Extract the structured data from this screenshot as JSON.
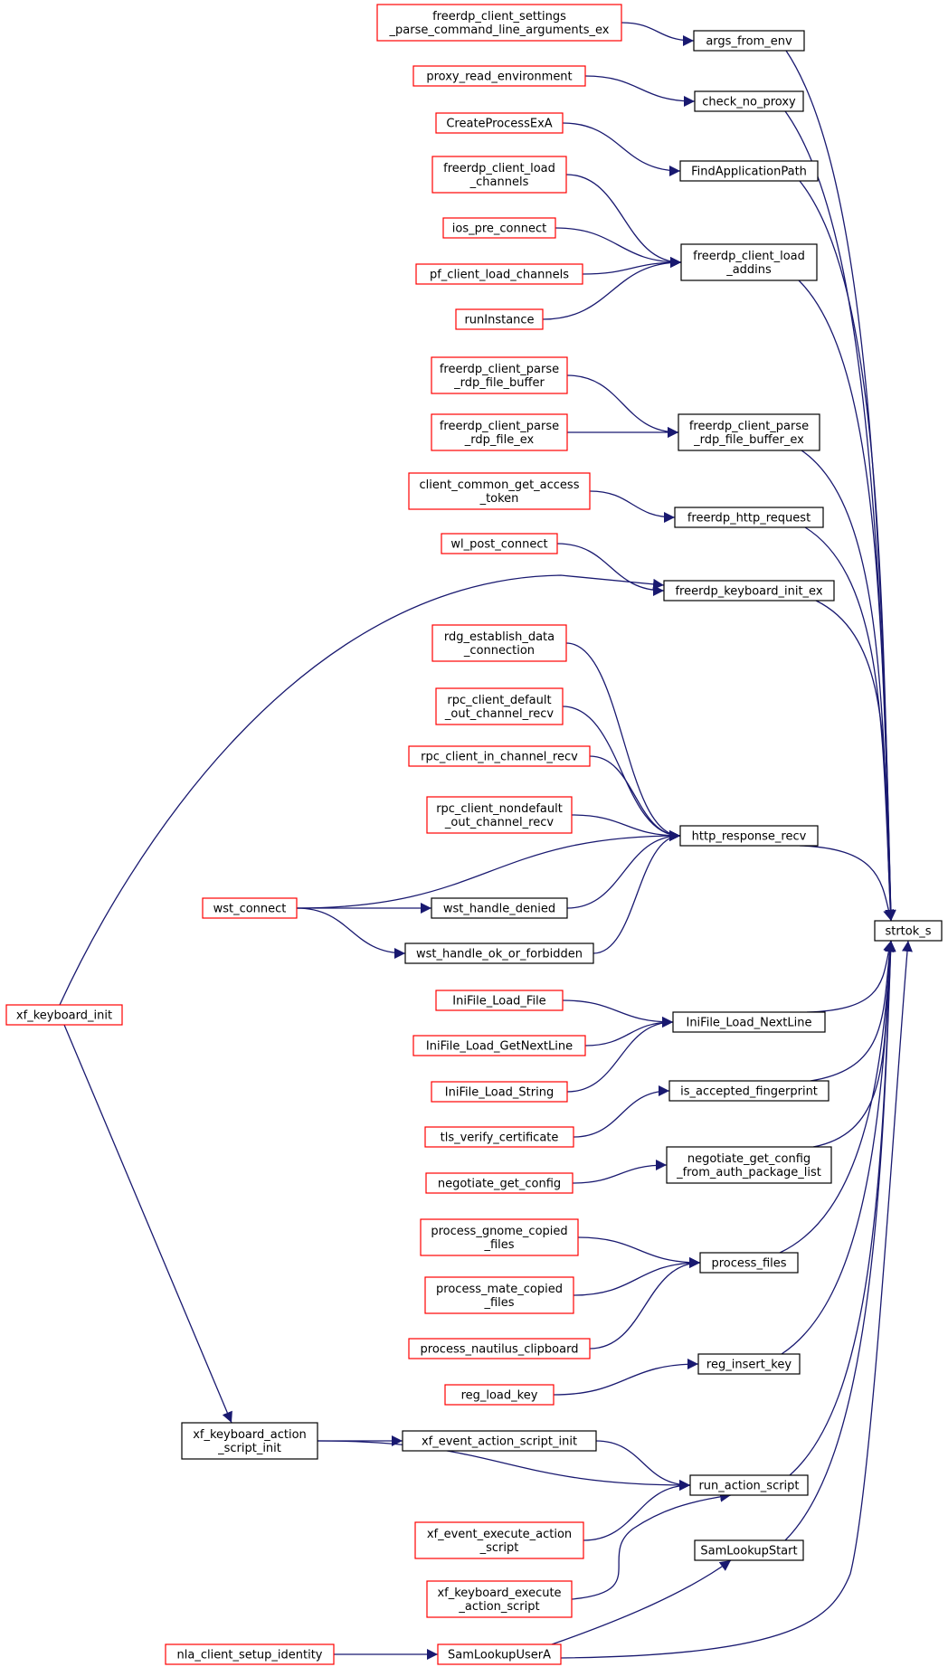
{
  "colors": {
    "edge": "#191970",
    "caller_border": "#ff0000",
    "node_border": "#000000",
    "target_fill": "#bfbfbf"
  },
  "nodes": {
    "strtok_s": {
      "lines": [
        "strtok_s"
      ],
      "kind": "target"
    },
    "args_from_env": {
      "lines": [
        "args_from_env"
      ],
      "kind": "node"
    },
    "check_no_proxy": {
      "lines": [
        "check_no_proxy"
      ],
      "kind": "node"
    },
    "FindApplicationPath": {
      "lines": [
        "FindApplicationPath"
      ],
      "kind": "node"
    },
    "freerdp_client_load_addins": {
      "lines": [
        "freerdp_client_load",
        "_addins"
      ],
      "kind": "node"
    },
    "freerdp_client_parse_rdp_file_buffer_ex": {
      "lines": [
        "freerdp_client_parse",
        "_rdp_file_buffer_ex"
      ],
      "kind": "node"
    },
    "freerdp_http_request": {
      "lines": [
        "freerdp_http_request"
      ],
      "kind": "node"
    },
    "freerdp_keyboard_init_ex": {
      "lines": [
        "freerdp_keyboard_init_ex"
      ],
      "kind": "node"
    },
    "http_response_recv": {
      "lines": [
        "http_response_recv"
      ],
      "kind": "node"
    },
    "wst_handle_denied": {
      "lines": [
        "wst_handle_denied"
      ],
      "kind": "node"
    },
    "wst_handle_ok_or_forbidden": {
      "lines": [
        "wst_handle_ok_or_forbidden"
      ],
      "kind": "node"
    },
    "IniFile_Load_NextLine": {
      "lines": [
        "IniFile_Load_NextLine"
      ],
      "kind": "node"
    },
    "is_accepted_fingerprint": {
      "lines": [
        "is_accepted_fingerprint"
      ],
      "kind": "node"
    },
    "negotiate_get_config_from_auth_package_list": {
      "lines": [
        "negotiate_get_config",
        "_from_auth_package_list"
      ],
      "kind": "node"
    },
    "process_files": {
      "lines": [
        "process_files"
      ],
      "kind": "node"
    },
    "reg_insert_key": {
      "lines": [
        "reg_insert_key"
      ],
      "kind": "node"
    },
    "xf_event_action_script_init": {
      "lines": [
        "xf_event_action_script_init"
      ],
      "kind": "node"
    },
    "run_action_script": {
      "lines": [
        "run_action_script"
      ],
      "kind": "node"
    },
    "SamLookupStart": {
      "lines": [
        "SamLookupStart"
      ],
      "kind": "node"
    },
    "xf_keyboard_action_script_init": {
      "lines": [
        "xf_keyboard_action",
        "_script_init"
      ],
      "kind": "node"
    },
    "freerdp_client_settings_parse_command_line_arguments_ex": {
      "lines": [
        "freerdp_client_settings",
        "_parse_command_line_arguments_ex"
      ],
      "kind": "caller"
    },
    "proxy_read_environment": {
      "lines": [
        "proxy_read_environment"
      ],
      "kind": "caller"
    },
    "CreateProcessExA": {
      "lines": [
        "CreateProcessExA"
      ],
      "kind": "caller"
    },
    "freerdp_client_load_channels": {
      "lines": [
        "freerdp_client_load",
        "_channels"
      ],
      "kind": "caller"
    },
    "ios_pre_connect": {
      "lines": [
        "ios_pre_connect"
      ],
      "kind": "caller"
    },
    "pf_client_load_channels": {
      "lines": [
        "pf_client_load_channels"
      ],
      "kind": "caller"
    },
    "runInstance": {
      "lines": [
        "runInstance"
      ],
      "kind": "caller"
    },
    "freerdp_client_parse_rdp_file_buffer": {
      "lines": [
        "freerdp_client_parse",
        "_rdp_file_buffer"
      ],
      "kind": "caller"
    },
    "freerdp_client_parse_rdp_file_ex": {
      "lines": [
        "freerdp_client_parse",
        "_rdp_file_ex"
      ],
      "kind": "caller"
    },
    "client_common_get_access_token": {
      "lines": [
        "client_common_get_access",
        "_token"
      ],
      "kind": "caller"
    },
    "wl_post_connect": {
      "lines": [
        "wl_post_connect"
      ],
      "kind": "caller"
    },
    "rdg_establish_data_connection": {
      "lines": [
        "rdg_establish_data",
        "_connection"
      ],
      "kind": "caller"
    },
    "rpc_client_default_out_channel_recv": {
      "lines": [
        "rpc_client_default",
        "_out_channel_recv"
      ],
      "kind": "caller"
    },
    "rpc_client_in_channel_recv": {
      "lines": [
        "rpc_client_in_channel_recv"
      ],
      "kind": "caller"
    },
    "rpc_client_nondefault_out_channel_recv": {
      "lines": [
        "rpc_client_nondefault",
        "_out_channel_recv"
      ],
      "kind": "caller"
    },
    "wst_connect": {
      "lines": [
        "wst_connect"
      ],
      "kind": "caller"
    },
    "xf_keyboard_init": {
      "lines": [
        "xf_keyboard_init"
      ],
      "kind": "caller"
    },
    "IniFile_Load_File": {
      "lines": [
        "IniFile_Load_File"
      ],
      "kind": "caller"
    },
    "IniFile_Load_GetNextLine": {
      "lines": [
        "IniFile_Load_GetNextLine"
      ],
      "kind": "caller"
    },
    "IniFile_Load_String": {
      "lines": [
        "IniFile_Load_String"
      ],
      "kind": "caller"
    },
    "tls_verify_certificate": {
      "lines": [
        "tls_verify_certificate"
      ],
      "kind": "caller"
    },
    "negotiate_get_config": {
      "lines": [
        "negotiate_get_config"
      ],
      "kind": "caller"
    },
    "process_gnome_copied_files": {
      "lines": [
        "process_gnome_copied",
        "_files"
      ],
      "kind": "caller"
    },
    "process_mate_copied_files": {
      "lines": [
        "process_mate_copied",
        "_files"
      ],
      "kind": "caller"
    },
    "process_nautilus_clipboard": {
      "lines": [
        "process_nautilus_clipboard"
      ],
      "kind": "caller"
    },
    "reg_load_key": {
      "lines": [
        "reg_load_key"
      ],
      "kind": "caller"
    },
    "xf_event_execute_action_script": {
      "lines": [
        "xf_event_execute_action",
        "_script"
      ],
      "kind": "caller"
    },
    "xf_keyboard_execute_action_script": {
      "lines": [
        "xf_keyboard_execute",
        "_action_script"
      ],
      "kind": "caller"
    },
    "nla_client_setup_identity": {
      "lines": [
        "nla_client_setup_identity"
      ],
      "kind": "caller"
    },
    "SamLookupUserA": {
      "lines": [
        "SamLookupUserA"
      ],
      "kind": "caller"
    }
  },
  "edges": [
    [
      "freerdp_client_settings_parse_command_line_arguments_ex",
      "args_from_env"
    ],
    [
      "proxy_read_environment",
      "check_no_proxy"
    ],
    [
      "CreateProcessExA",
      "FindApplicationPath"
    ],
    [
      "freerdp_client_load_channels",
      "freerdp_client_load_addins"
    ],
    [
      "ios_pre_connect",
      "freerdp_client_load_addins"
    ],
    [
      "pf_client_load_channels",
      "freerdp_client_load_addins"
    ],
    [
      "runInstance",
      "freerdp_client_load_addins"
    ],
    [
      "freerdp_client_parse_rdp_file_buffer",
      "freerdp_client_parse_rdp_file_buffer_ex"
    ],
    [
      "freerdp_client_parse_rdp_file_ex",
      "freerdp_client_parse_rdp_file_buffer_ex"
    ],
    [
      "client_common_get_access_token",
      "freerdp_http_request"
    ],
    [
      "wl_post_connect",
      "freerdp_keyboard_init_ex"
    ],
    [
      "xf_keyboard_init",
      "freerdp_keyboard_init_ex"
    ],
    [
      "rdg_establish_data_connection",
      "http_response_recv"
    ],
    [
      "rpc_client_default_out_channel_recv",
      "http_response_recv"
    ],
    [
      "rpc_client_in_channel_recv",
      "http_response_recv"
    ],
    [
      "rpc_client_nondefault_out_channel_recv",
      "http_response_recv"
    ],
    [
      "wst_connect",
      "http_response_recv"
    ],
    [
      "wst_handle_denied",
      "http_response_recv"
    ],
    [
      "wst_handle_ok_or_forbidden",
      "http_response_recv"
    ],
    [
      "wst_connect",
      "wst_handle_denied"
    ],
    [
      "wst_connect",
      "wst_handle_ok_or_forbidden"
    ],
    [
      "xf_keyboard_init",
      "xf_keyboard_action_script_init"
    ],
    [
      "IniFile_Load_File",
      "IniFile_Load_NextLine"
    ],
    [
      "IniFile_Load_GetNextLine",
      "IniFile_Load_NextLine"
    ],
    [
      "IniFile_Load_String",
      "IniFile_Load_NextLine"
    ],
    [
      "tls_verify_certificate",
      "is_accepted_fingerprint"
    ],
    [
      "negotiate_get_config",
      "negotiate_get_config_from_auth_package_list"
    ],
    [
      "process_gnome_copied_files",
      "process_files"
    ],
    [
      "process_mate_copied_files",
      "process_files"
    ],
    [
      "process_nautilus_clipboard",
      "process_files"
    ],
    [
      "reg_load_key",
      "reg_insert_key"
    ],
    [
      "xf_keyboard_action_script_init",
      "xf_event_action_script_init"
    ],
    [
      "xf_keyboard_action_script_init",
      "run_action_script"
    ],
    [
      "xf_event_action_script_init",
      "run_action_script"
    ],
    [
      "xf_event_execute_action_script",
      "run_action_script"
    ],
    [
      "xf_keyboard_execute_action_script",
      "run_action_script"
    ],
    [
      "nla_client_setup_identity",
      "SamLookupUserA"
    ],
    [
      "SamLookupUserA",
      "SamLookupStart"
    ],
    [
      "args_from_env",
      "strtok_s"
    ],
    [
      "check_no_proxy",
      "strtok_s"
    ],
    [
      "FindApplicationPath",
      "strtok_s"
    ],
    [
      "freerdp_client_load_addins",
      "strtok_s"
    ],
    [
      "freerdp_client_parse_rdp_file_buffer_ex",
      "strtok_s"
    ],
    [
      "freerdp_http_request",
      "strtok_s"
    ],
    [
      "freerdp_keyboard_init_ex",
      "strtok_s"
    ],
    [
      "http_response_recv",
      "strtok_s"
    ],
    [
      "IniFile_Load_NextLine",
      "strtok_s"
    ],
    [
      "is_accepted_fingerprint",
      "strtok_s"
    ],
    [
      "negotiate_get_config_from_auth_package_list",
      "strtok_s"
    ],
    [
      "process_files",
      "strtok_s"
    ],
    [
      "reg_insert_key",
      "strtok_s"
    ],
    [
      "run_action_script",
      "strtok_s"
    ],
    [
      "SamLookupStart",
      "strtok_s"
    ],
    [
      "SamLookupUserA",
      "strtok_s"
    ]
  ]
}
